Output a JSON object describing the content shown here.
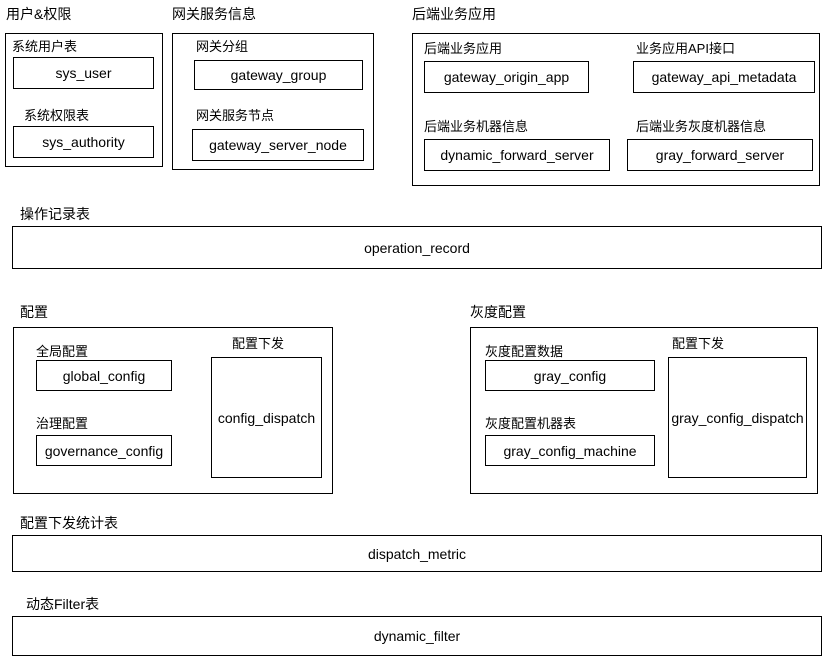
{
  "diagram": {
    "title_user_auth": "用户&权限",
    "title_gateway_service": "网关服务信息",
    "title_backend_app": "后端业务应用",
    "title_operation_record": "操作记录表",
    "title_config": "配置",
    "title_gray_config": "灰度配置",
    "title_dispatch_metric": "配置下发统计表",
    "title_dynamic_filter": "动态Filter表"
  },
  "groups": {
    "user_auth": {
      "title": "用户&权限",
      "items": [
        {
          "label": "系统用户表",
          "table": "sys_user"
        },
        {
          "label": "系统权限表",
          "table": "sys_authority"
        }
      ]
    },
    "gateway_service": {
      "title": "网关服务信息",
      "items": [
        {
          "label": "网关分组",
          "table": "gateway_group"
        },
        {
          "label": "网关服务节点",
          "table": "gateway_server_node"
        }
      ]
    },
    "backend_app": {
      "title": "后端业务应用",
      "items": [
        {
          "label": "后端业务应用",
          "table": "gateway_origin_app"
        },
        {
          "label": "业务应用API接口",
          "table": "gateway_api_metadata"
        },
        {
          "label": "后端业务机器信息",
          "table": "dynamic_forward_server"
        },
        {
          "label": "后端业务灰度机器信息",
          "table": "gray_forward_server"
        }
      ]
    },
    "operation_record": {
      "title": "操作记录表",
      "table": "operation_record"
    },
    "config": {
      "title": "配置",
      "items": [
        {
          "label": "全局配置",
          "table": "global_config"
        },
        {
          "label": "治理配置",
          "table": "governance_config"
        }
      ],
      "dispatch": {
        "label": "配置下发",
        "table": "config_dispatch"
      }
    },
    "gray_config": {
      "title": "灰度配置",
      "items": [
        {
          "label": "灰度配置数据",
          "table": "gray_config"
        },
        {
          "label": "灰度配置机器表",
          "table": "gray_config_machine"
        }
      ],
      "dispatch": {
        "label": "配置下发",
        "table": "gray_config_dispatch"
      }
    },
    "dispatch_metric": {
      "title": "配置下发统计表",
      "table": "dispatch_metric"
    },
    "dynamic_filter": {
      "title": "动态Filter表",
      "table": "dynamic_filter"
    }
  },
  "colors": {
    "border": "#000000",
    "background": "#ffffff",
    "text": "#000000"
  }
}
